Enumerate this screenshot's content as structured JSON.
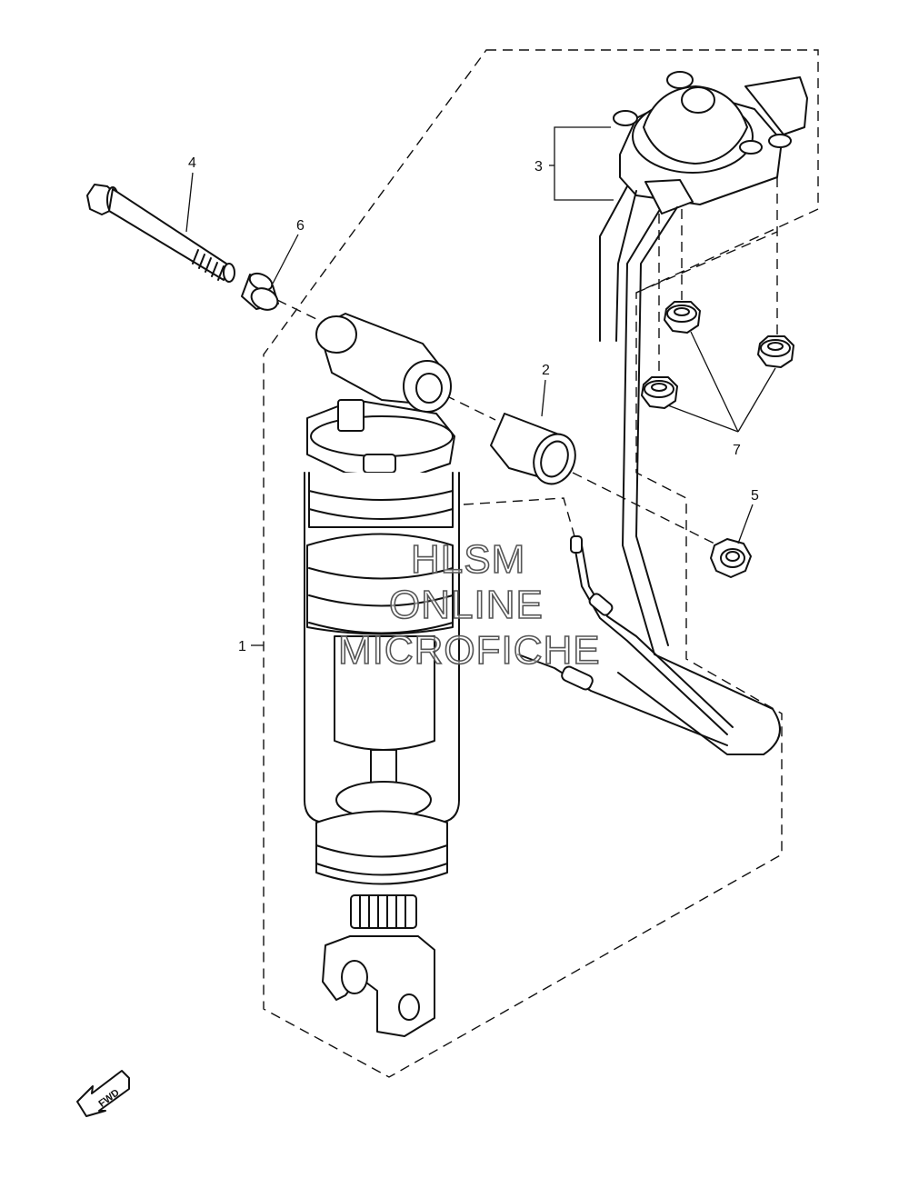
{
  "callouts": [
    {
      "id": "1",
      "label": "1"
    },
    {
      "id": "2",
      "label": "2"
    },
    {
      "id": "3",
      "label": "3"
    },
    {
      "id": "4",
      "label": "4"
    },
    {
      "id": "5",
      "label": "5"
    },
    {
      "id": "6",
      "label": "6"
    },
    {
      "id": "7",
      "label": "7"
    }
  ],
  "watermark": {
    "line1": "HLSM",
    "line2": "ONLINE",
    "line3": "MICROFICHE"
  },
  "fwd_label": "FWD"
}
